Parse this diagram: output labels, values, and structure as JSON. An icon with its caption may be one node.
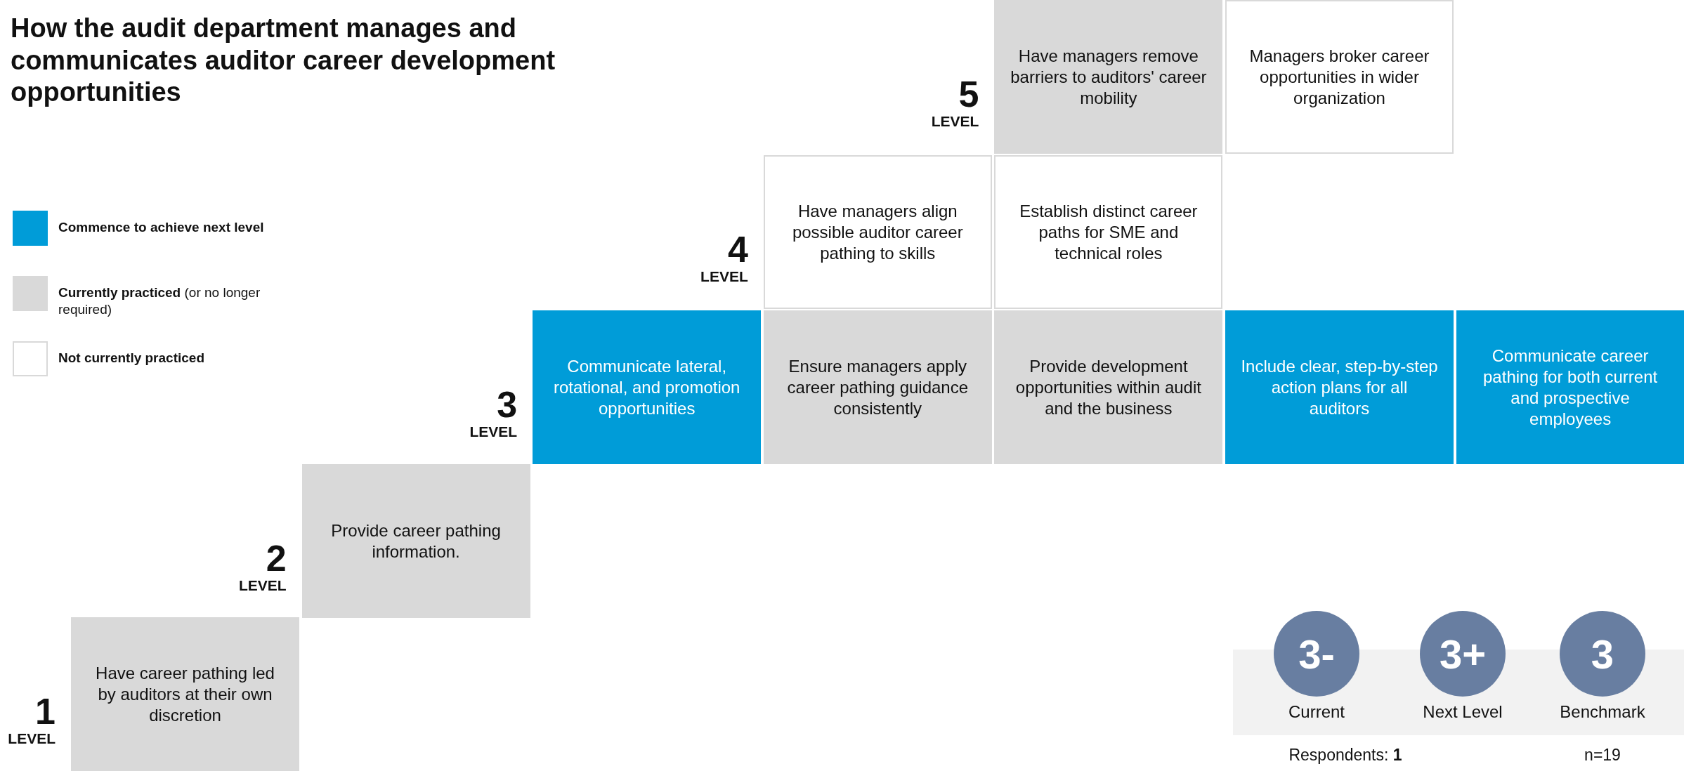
{
  "diagram": {
    "title": "How the audit department manages and communicates auditor career development opportunities",
    "nodes": [
      {
        "text": [
          "Have managers remove barriers to auditors' career mobility"
        ]
      },
      {
        "text": [
          "Managers broker career opportunities in wider organization"
        ]
      },
      {
        "text": [
          "Have managers align possible auditor career pathing to skills"
        ]
      },
      {
        "text": [
          "Establish distinct career paths for SME and technical roles"
        ]
      },
      {
        "text": [
          "Communicate lateral, rotational, and promotion opportunities"
        ]
      },
      {
        "text": [
          "Ensure managers apply career pathing guidance consistently"
        ]
      },
      {
        "text": [
          "Provide development opportunities within audit and the business"
        ]
      },
      {
        "text": [
          "Include clear, step-by-step action plans for all auditors"
        ]
      },
      {
        "text": [
          "Communicate career pathing for both current and prospective employees"
        ]
      },
      {
        "text": [
          "Provide career pathing information."
        ]
      },
      {
        "text": [
          "Have career pathing led by auditors at their own discretion"
        ]
      },
      {
        "text": [
          "3-"
        ],
        "beside": [
          "Current"
        ]
      },
      {
        "text": [
          "3+"
        ],
        "beside": [
          "Next Level"
        ]
      },
      {
        "text": [
          "3"
        ],
        "beside": [
          "Benchmark"
        ]
      }
    ],
    "labels": [
      "5",
      "LEVEL",
      "4",
      "LEVEL",
      "3",
      "LEVEL",
      "2",
      "LEVEL",
      "1",
      "LEVEL",
      "Respondents: **1**",
      "n=19"
    ],
    "legend": [
      {
        "text": "Commence to achieve next level",
        "color": "#009cd8"
      },
      {
        "text": "**Currently practiced** (or no longer required)",
        "color": "#d9d9d9"
      },
      {
        "text": "Not currently practiced",
        "color": "#ffffff"
      }
    ]
  }
}
